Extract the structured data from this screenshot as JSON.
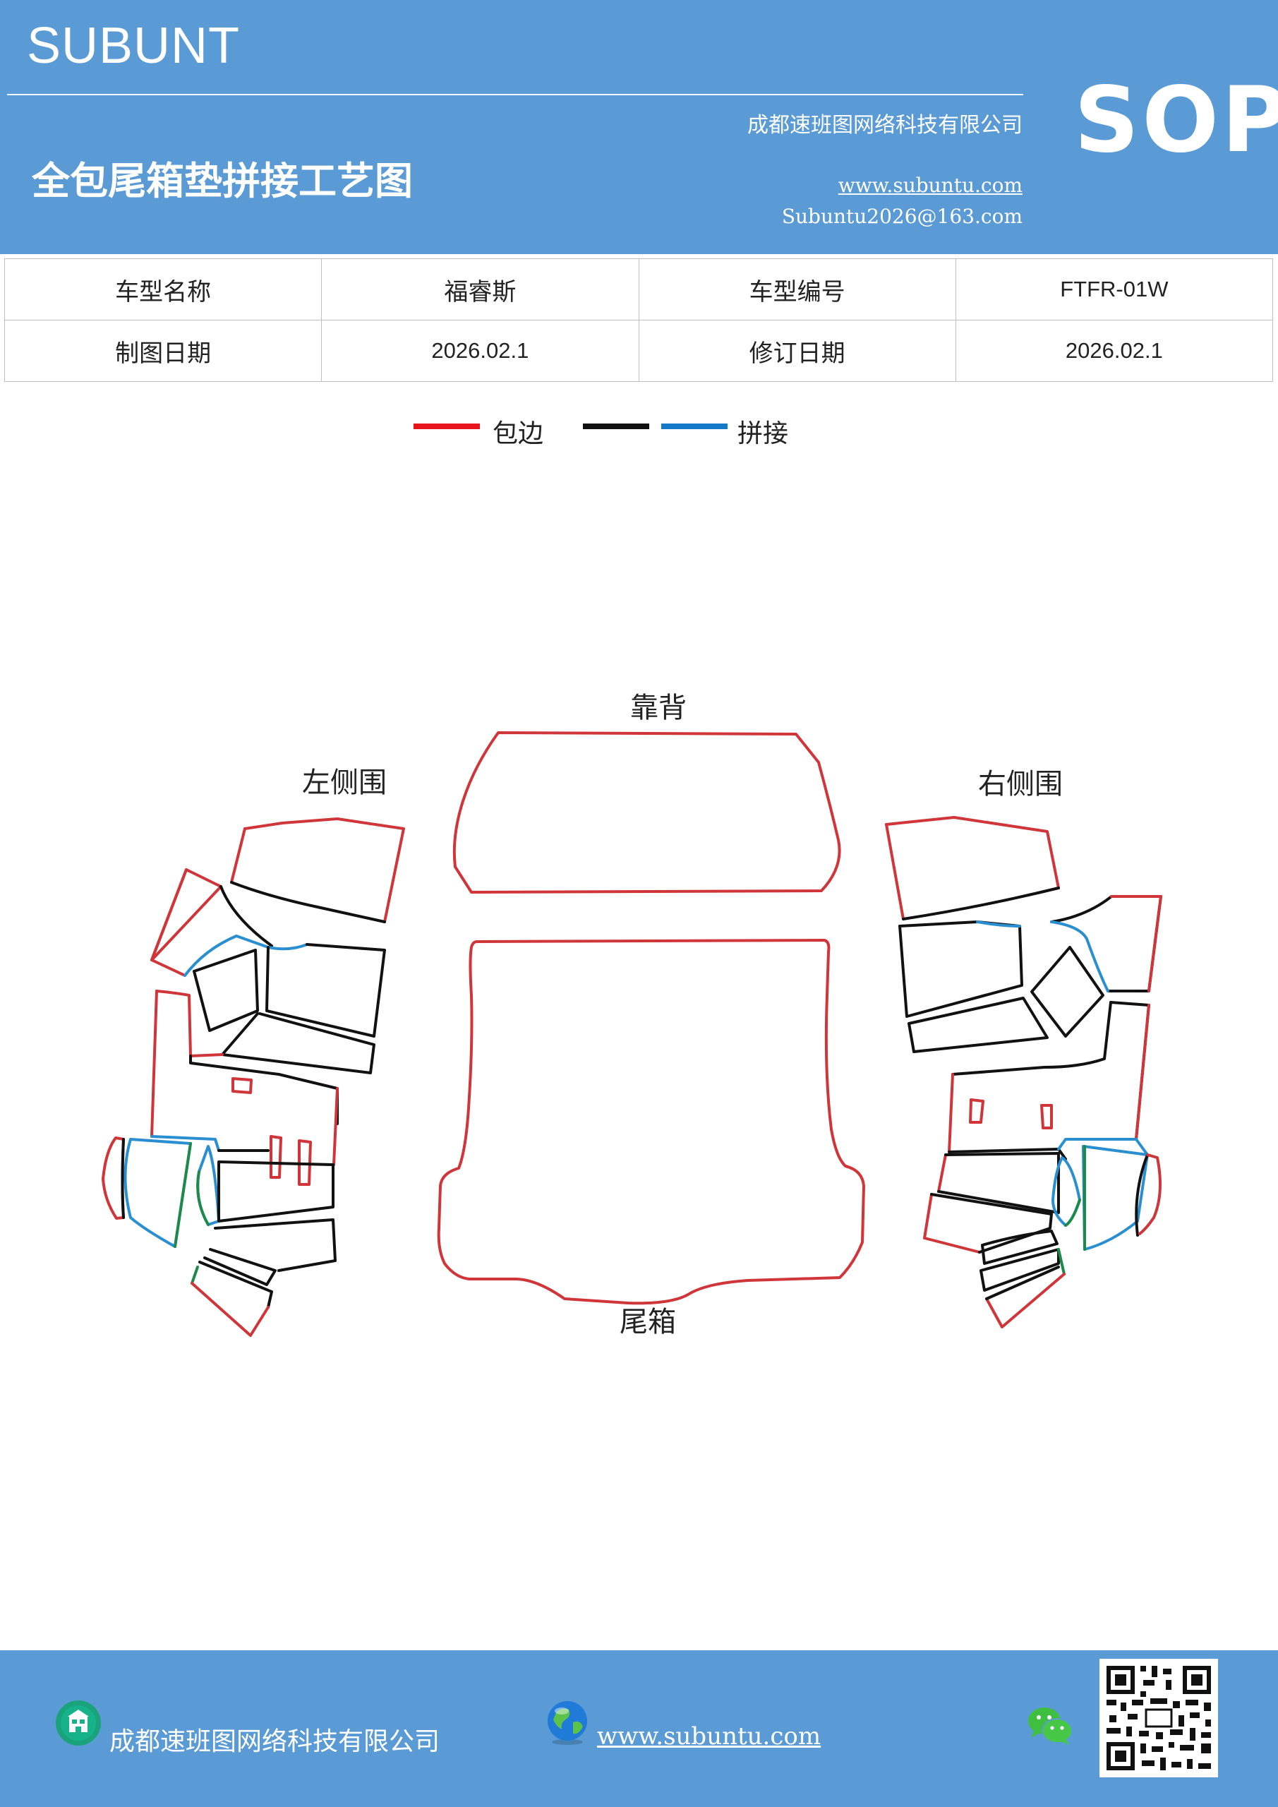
{
  "header": {
    "brand": "SUBUNT",
    "company": "成都速班图网络科技有限公司",
    "title": "全包尾箱垫拼接工艺图",
    "website": "www.subuntu.com",
    "email": "Subuntu2026@163.com",
    "badge": "SOP"
  },
  "info_table": {
    "rows": [
      [
        "车型名称",
        "福睿斯",
        "车型编号",
        "FTFR-01W"
      ],
      [
        "制图日期",
        "2026.02.1",
        "修订日期",
        "2026.02.1"
      ]
    ]
  },
  "legend": {
    "items": [
      {
        "label": "包边",
        "colors": [
          "#e8141c"
        ]
      },
      {
        "label": "拼接",
        "colors": [
          "#111111",
          "#1478c8"
        ]
      }
    ]
  },
  "diagram": {
    "labels": {
      "back": "靠背",
      "left": "左侧围",
      "right": "右侧围",
      "trunk": "尾箱"
    },
    "colors": {
      "edge": "#d0353a",
      "seam": "#111111",
      "seam_blue": "#2a8fd0",
      "seam_green": "#1e8a4a"
    }
  },
  "footer": {
    "company": "成都速班图网络科技有限公司",
    "website": "www.subuntu.com",
    "icons": [
      "building-icon",
      "globe-icon",
      "wechat-icon",
      "qr-code"
    ]
  },
  "colors": {
    "header_bg": "#5b9bd5",
    "footer_bg": "#5b9bd5"
  }
}
